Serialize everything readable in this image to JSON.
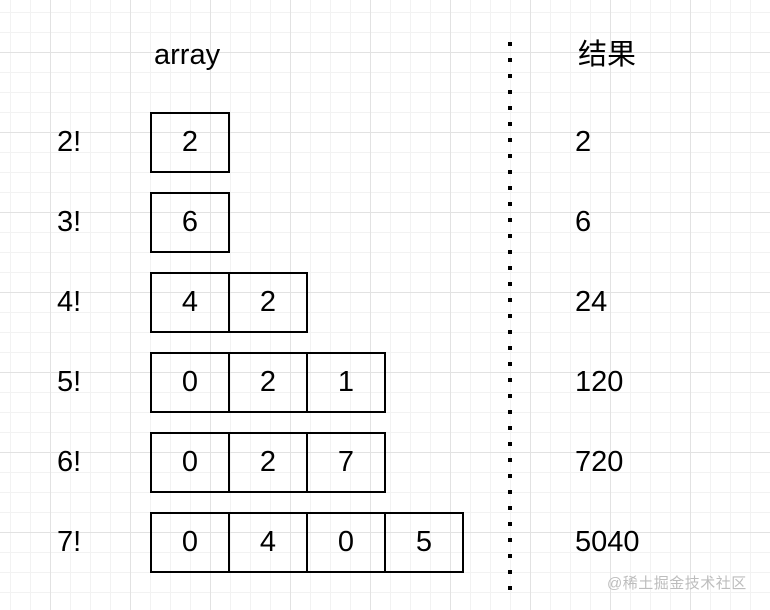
{
  "headers": {
    "array": "array",
    "result": "结果"
  },
  "rows": [
    {
      "label": "2!",
      "cells": [
        "2"
      ],
      "result": "2"
    },
    {
      "label": "3!",
      "cells": [
        "6"
      ],
      "result": "6"
    },
    {
      "label": "4!",
      "cells": [
        "4",
        "2"
      ],
      "result": "24"
    },
    {
      "label": "5!",
      "cells": [
        "0",
        "2",
        "1"
      ],
      "result": "120"
    },
    {
      "label": "6!",
      "cells": [
        "0",
        "2",
        "7"
      ],
      "result": "720"
    },
    {
      "label": "7!",
      "cells": [
        "0",
        "4",
        "0",
        "5"
      ],
      "result": "5040"
    }
  ],
  "watermark": "@稀土掘金技术社区",
  "colors": {
    "grid_major": "#e2e2e2",
    "grid_minor": "#f2f2f2",
    "stroke": "#000000",
    "watermark": "#bdbdbd"
  }
}
